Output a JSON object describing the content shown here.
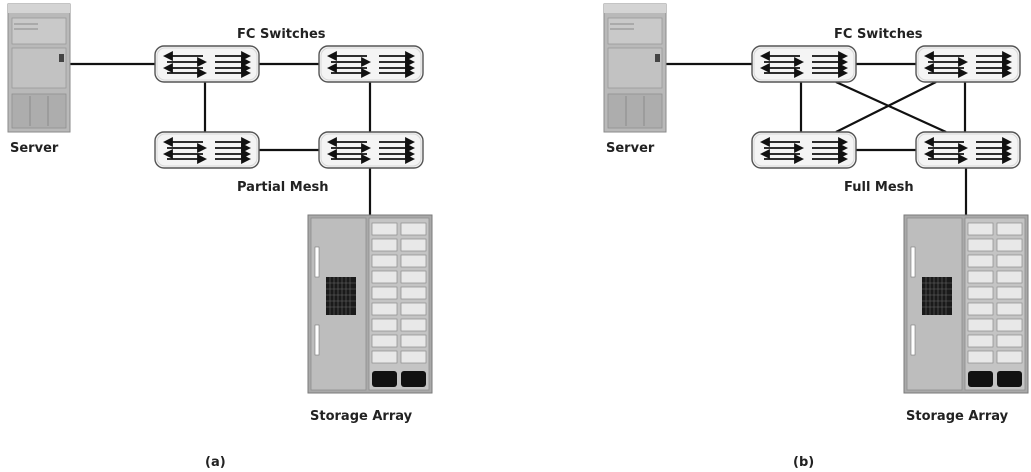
{
  "panels": [
    {
      "id": "a",
      "caption": "(a)",
      "switches_label": "FC Switches",
      "topology_label": "Partial Mesh",
      "server_label": "Server",
      "storage_label": "Storage Array"
    },
    {
      "id": "b",
      "caption": "(b)",
      "switches_label": "FC Switches",
      "topology_label": "Full Mesh",
      "server_label": "Server",
      "storage_label": "Storage Array"
    }
  ],
  "colors": {
    "switch_fill": "#f4f4f4",
    "switch_stroke": "#555555",
    "server_body": "#b9b9b9",
    "storage_body": "#a9a9a9",
    "line": "#111111"
  }
}
